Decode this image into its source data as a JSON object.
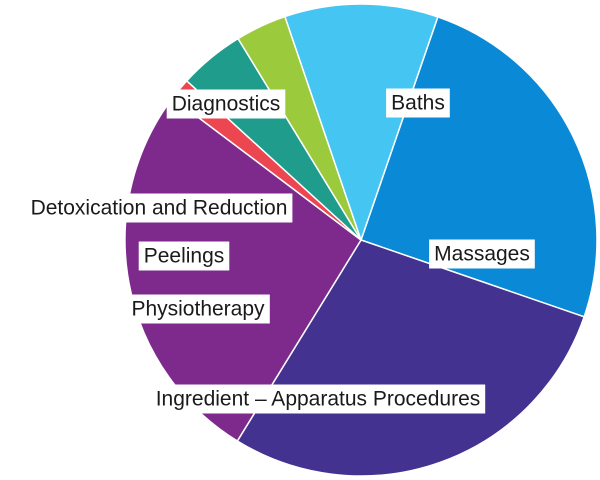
{
  "chart_data": {
    "type": "pie",
    "title": "",
    "slices": [
      {
        "label": "Baths",
        "value": 25,
        "color": "#0A8AD6"
      },
      {
        "label": "Massages",
        "value": 28.5,
        "color": "#433290"
      },
      {
        "label": "Ingredient – Apparatus Procedures",
        "value": 26.5,
        "color": "#7E2A8C"
      },
      {
        "label": "Physiotherapy",
        "value": 1.5,
        "color": "#EC4651"
      },
      {
        "label": "Peelings",
        "value": 4.5,
        "color": "#1F9C8C"
      },
      {
        "label": "Detoxication and Reduction",
        "value": 3.5,
        "color": "#9BCB3C"
      },
      {
        "label": "Diagnostics",
        "value": 10.5,
        "color": "#45C5F2"
      }
    ]
  }
}
